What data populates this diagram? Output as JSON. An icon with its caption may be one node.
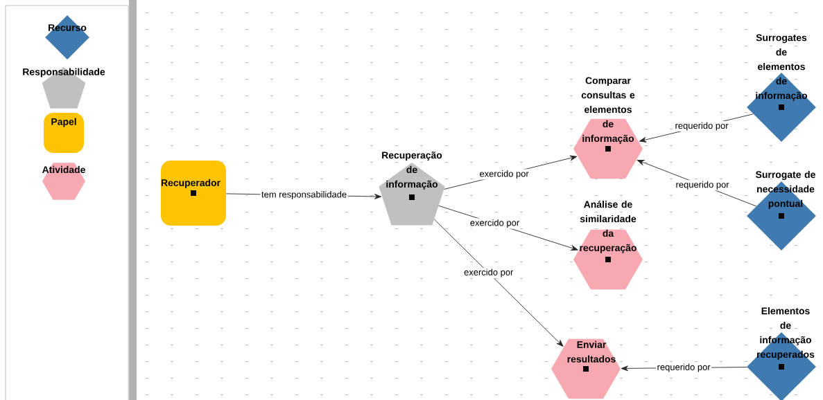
{
  "diagram": {
    "nodes": [
      {
        "text": [
          "Recuperador"
        ]
      },
      {
        "text": [
          "Recuperação de informação"
        ]
      },
      {
        "text": [
          "Comparar consultas e elementos de informação"
        ]
      },
      {
        "text": [
          "Análise de similaridade da recuperação"
        ]
      },
      {
        "text": [
          "Enviar resultados"
        ]
      },
      {
        "text": [
          "Surrogates de elementos de informação"
        ]
      },
      {
        "text": [
          "Surrogate de necessidade pontual"
        ]
      },
      {
        "text": [
          "Elementos de informação recuperados"
        ]
      }
    ],
    "edges": [
      {
        "from": 0,
        "to": 1,
        "arrow": "to",
        "label": "tem responsabilidade"
      },
      {
        "from": 1,
        "to": 2,
        "arrow": "to",
        "label": "exercido por"
      },
      {
        "from": 1,
        "to": 3,
        "arrow": "to",
        "label": "exercido por"
      },
      {
        "from": 1,
        "to": 4,
        "arrow": "to",
        "label": "exercido por"
      },
      {
        "from": 5,
        "to": 2,
        "arrow": "to",
        "label": "requerido por"
      },
      {
        "from": 6,
        "to": 2,
        "arrow": "to",
        "label": "requerido por"
      },
      {
        "from": 7,
        "to": 4,
        "arrow": "to",
        "label": "requerido por"
      }
    ],
    "legend": [
      {
        "text": "Recurso",
        "color": "#3f7bb0"
      },
      {
        "text": "Responsabilidade",
        "color": "#c0c0c0"
      },
      {
        "text": "Papel",
        "color": "#ffc400"
      },
      {
        "text": "Atividade",
        "color": "#f7a8b0"
      }
    ]
  }
}
